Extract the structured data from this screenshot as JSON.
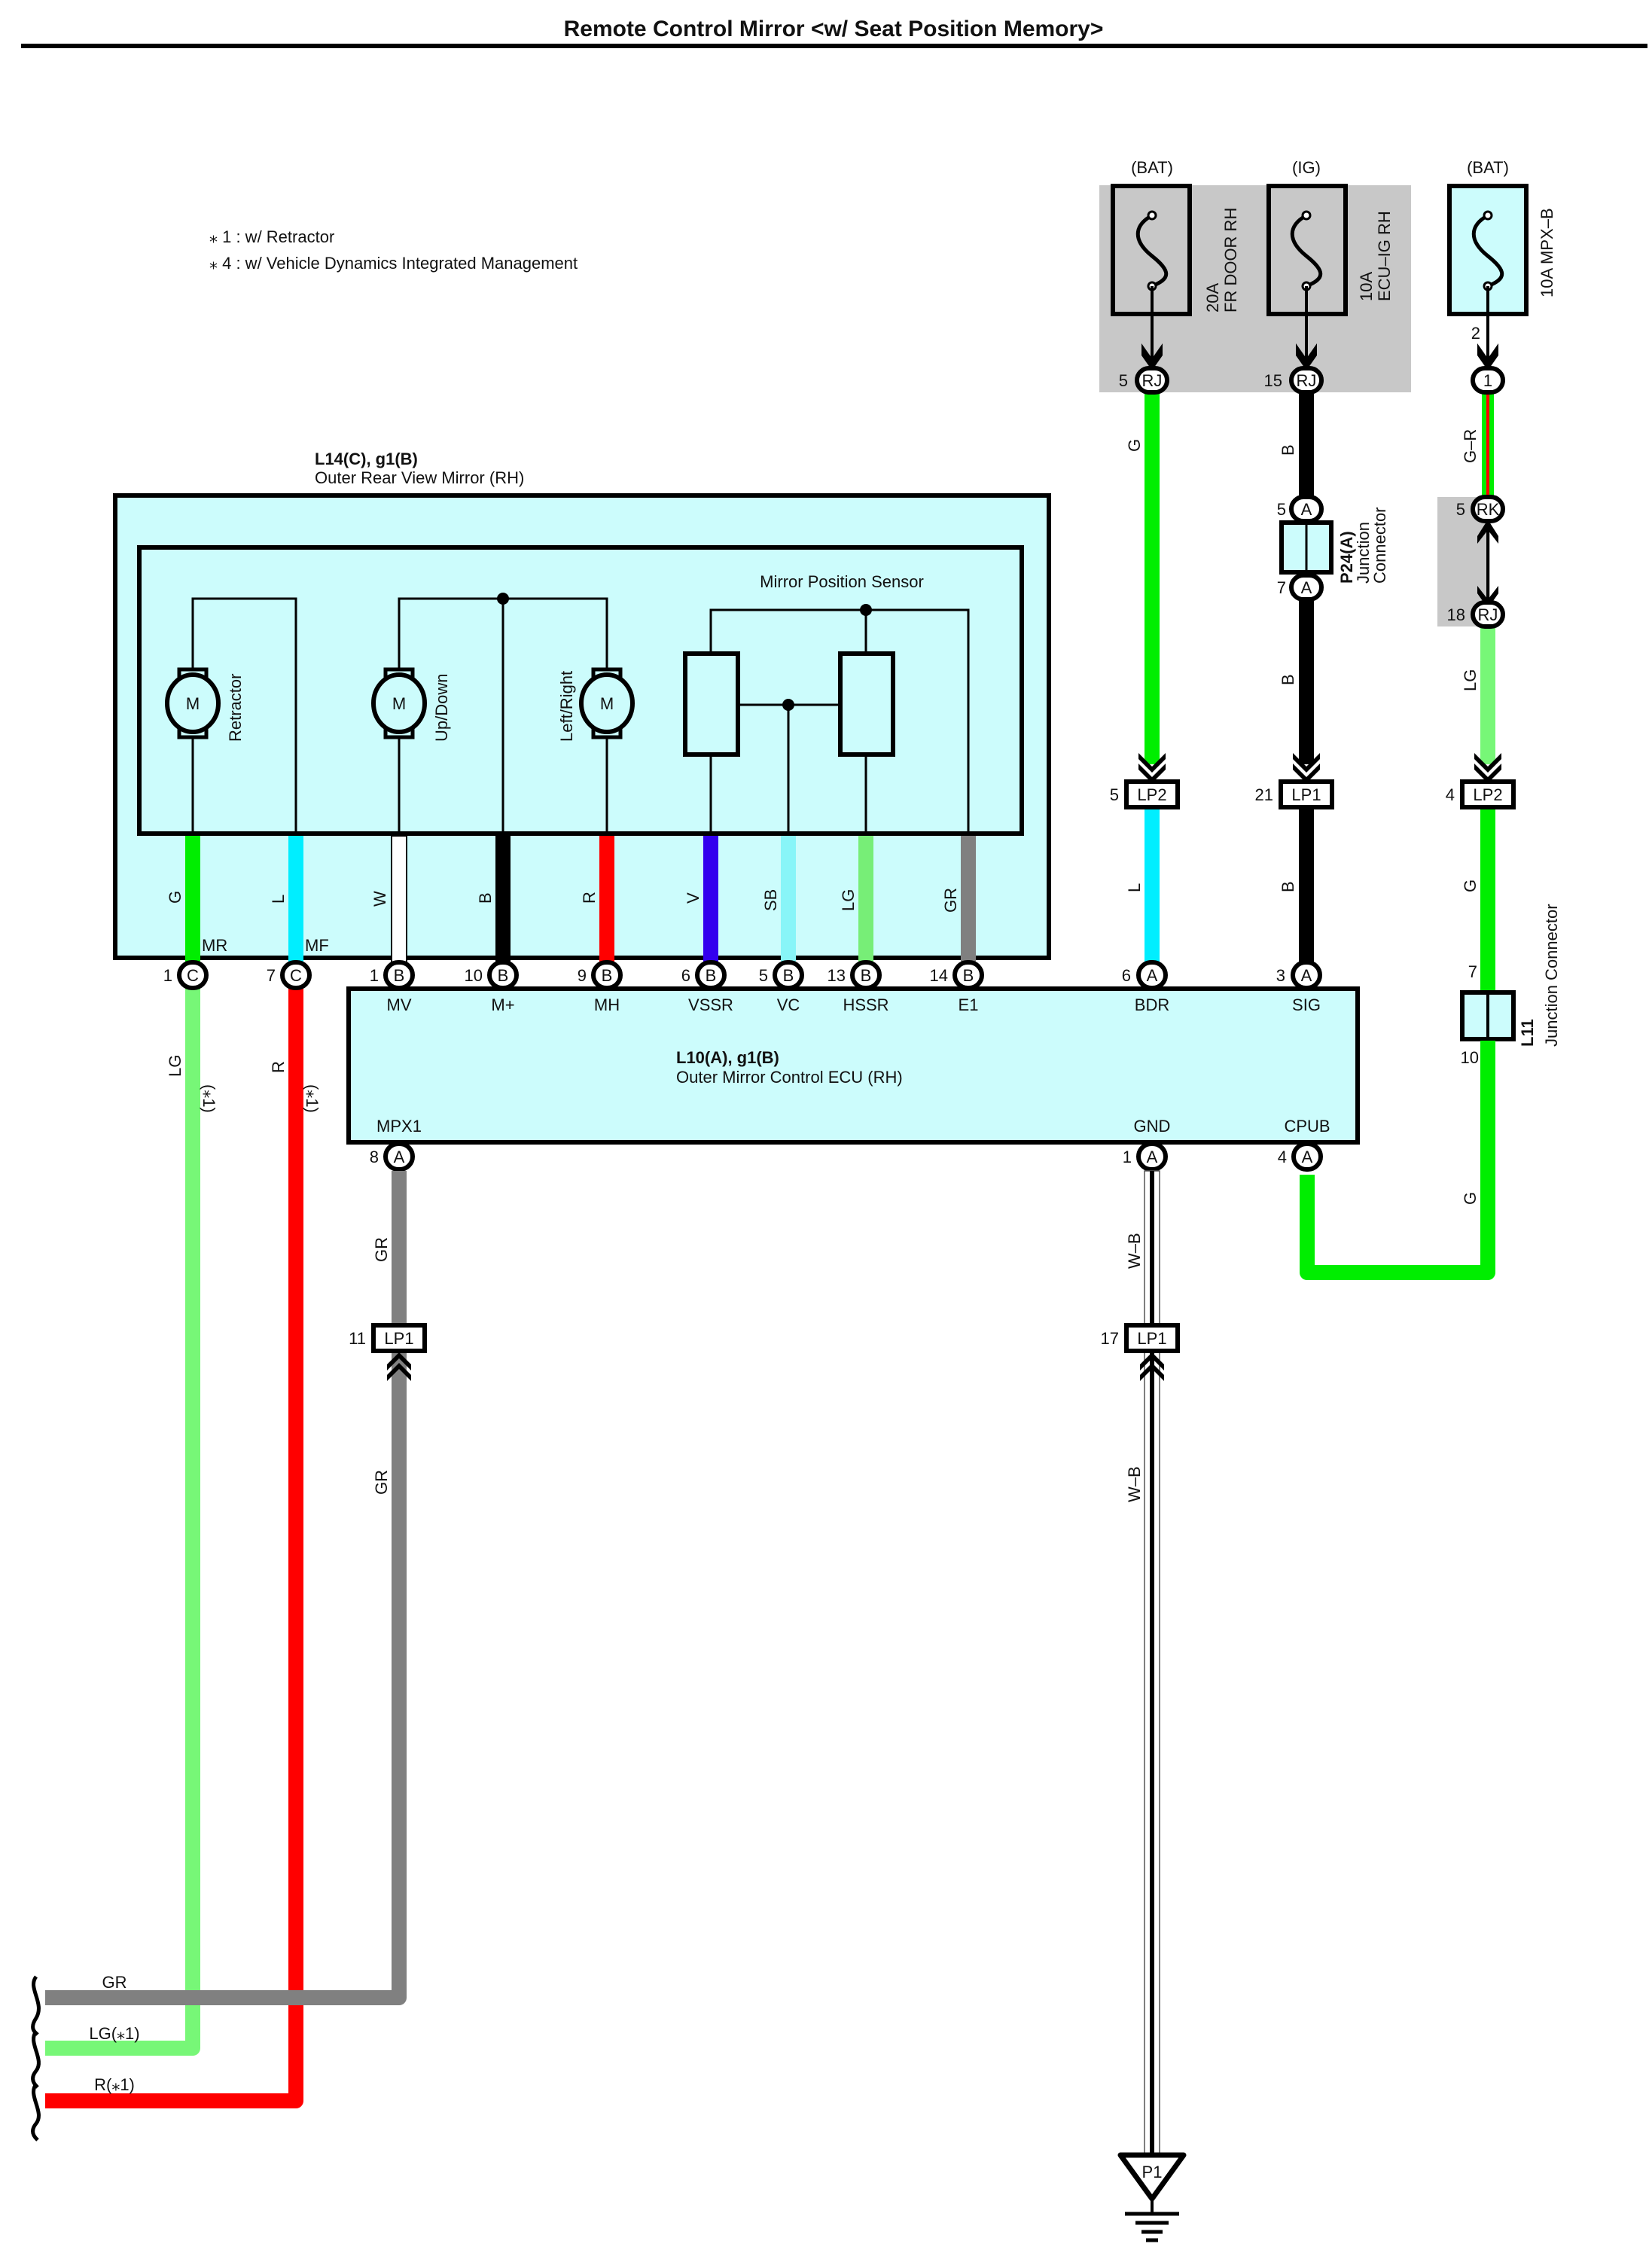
{
  "title": "Remote Control Mirror <w/ Seat Position Memory>",
  "notes": [
    "⁎ 1 : w/ Retractor",
    "⁎ 4 : w/ Vehicle Dynamics Integrated Management"
  ],
  "power_sources": [
    {
      "supply": "(BAT)",
      "fuse": "20A FR DOOR RH",
      "fuse_line1": "20A",
      "fuse_line2": "FR DOOR RH",
      "pin": "5",
      "connector": "RJ",
      "wire": "G"
    },
    {
      "supply": "(IG)",
      "fuse": "10A ECU-IG RH",
      "fuse_line1": "10A",
      "fuse_line2": "ECU–IG RH",
      "pin": "15",
      "connector": "RJ",
      "wire": "B"
    },
    {
      "supply": "(BAT)",
      "fuse": "10A MPX-B",
      "fuse_line1": "10A MPX–B",
      "pin": "2",
      "connector": "1",
      "wire": "G–R"
    }
  ],
  "junction_p24": {
    "name": "P24(A)",
    "desc1": "Junction",
    "desc2": "Connector",
    "pin_in": "5",
    "pin_out": "7",
    "conn": "A",
    "wire_out": "B"
  },
  "junction_rk_rj": {
    "pin_top": "5",
    "conn_top": "RK",
    "pin_bottom": "18",
    "conn_bottom": "RJ",
    "wire_out": "LG"
  },
  "lp_connectors_top": [
    {
      "pin": "5",
      "name": "LP2",
      "wire_below": "L"
    },
    {
      "pin": "21",
      "name": "LP1",
      "wire_below": "B"
    },
    {
      "pin": "4",
      "name": "LP2",
      "wire_below": "G"
    }
  ],
  "junction_l11": {
    "name": "L11",
    "desc": "Junction Connector",
    "pin_top": "7",
    "pin_bottom": "10",
    "wire_below": "G"
  },
  "mirror": {
    "id": "L14(C), g1(B)",
    "name": "Outer Rear View Mirror (RH)",
    "motors": [
      {
        "label": "Retractor",
        "symbol": "M"
      },
      {
        "label": "Up/Down",
        "symbol": "M"
      },
      {
        "label": "Left/Right",
        "symbol": "M"
      }
    ],
    "sensor_label": "Mirror Position Sensor",
    "terminal_labels": {
      "mr": "MR",
      "mf": "MF"
    },
    "wires": [
      {
        "code": "G",
        "color": "#00ee00",
        "pin": "1",
        "conn": "C"
      },
      {
        "code": "L",
        "color": "#00eeff",
        "pin": "7",
        "conn": "C"
      },
      {
        "code": "W",
        "color": "#ffffff",
        "pin": "1",
        "conn": "B"
      },
      {
        "code": "B",
        "color": "#000000",
        "pin": "10",
        "conn": "B"
      },
      {
        "code": "R",
        "color": "#ff0000",
        "pin": "9",
        "conn": "B"
      },
      {
        "code": "V",
        "color": "#3300ee",
        "pin": "6",
        "conn": "B"
      },
      {
        "code": "SB",
        "color": "#88f5f8",
        "pin": "5",
        "conn": "B"
      },
      {
        "code": "LG",
        "color": "#77ee77",
        "pin": "13",
        "conn": "B"
      },
      {
        "code": "GR",
        "color": "#808080",
        "pin": "14",
        "conn": "B"
      }
    ]
  },
  "ecu": {
    "id": "L10(A), g1(B)",
    "name": "Outer Mirror Control ECU (RH)",
    "top_terminals": [
      {
        "name": "MV"
      },
      {
        "name": "M+"
      },
      {
        "name": "MH"
      },
      {
        "name": "VSSR"
      },
      {
        "name": "VC"
      },
      {
        "name": "HSSR"
      },
      {
        "name": "E1"
      },
      {
        "name": "BDR",
        "pin": "6",
        "conn": "A"
      },
      {
        "name": "SIG",
        "pin": "3",
        "conn": "A"
      }
    ],
    "bottom_terminals": [
      {
        "name": "MPX1",
        "pin": "8",
        "conn": "A",
        "wire": "GR"
      },
      {
        "name": "GND",
        "pin": "1",
        "conn": "A",
        "wire": "W–B"
      },
      {
        "name": "CPUB",
        "pin": "4",
        "conn": "A",
        "wire": "G"
      }
    ]
  },
  "left_wires": [
    {
      "code": "LG",
      "note": "(⁎1)"
    },
    {
      "code": "R",
      "note": "(⁎1)"
    }
  ],
  "lp_connectors_bottom": [
    {
      "pin": "11",
      "name": "LP1",
      "wire_above": "GR",
      "wire_below": "GR"
    },
    {
      "pin": "17",
      "name": "LP1",
      "wire_above": "W–B",
      "wire_below": "W–B"
    }
  ],
  "bundle_out": [
    {
      "label": "GR"
    },
    {
      "label": "LG(⁎1)"
    },
    {
      "label": "R(⁎1)"
    }
  ],
  "ground": {
    "label": "P1"
  }
}
